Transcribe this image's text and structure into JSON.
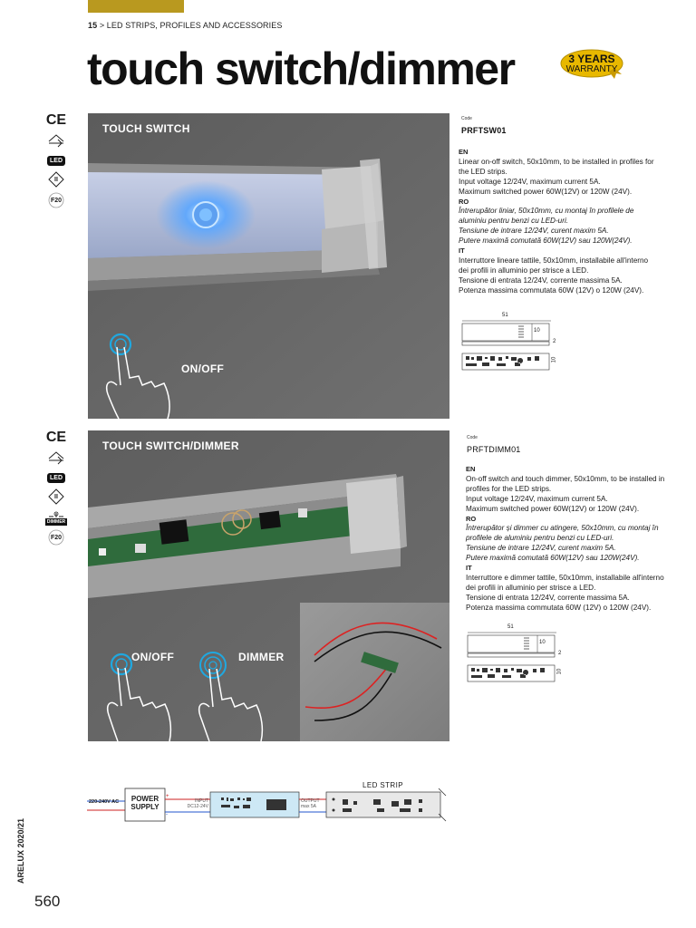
{
  "header": {
    "page_section_number": "15",
    "breadcrumb_sep": ">",
    "breadcrumb_text": "LED STRIPS, PROFILES AND ACCESSORIES",
    "title": "touch switch/dimmer",
    "warranty_line1": "3 YEARS",
    "warranty_line2": "WARRANTY"
  },
  "icons": {
    "ce": "CE",
    "led": "LED",
    "class": "II",
    "f20": "F20",
    "dimmer": "DIMMER"
  },
  "product1": {
    "panel_title": "TOUCH SWITCH",
    "onoff_label": "ON/OFF",
    "code_label": "Code",
    "code": "PRFTSW01",
    "en_tag": "EN",
    "en_lines": [
      "Linear on-off switch, 50x10mm, to be installed in profiles for the LED strips.",
      "Input voltage 12/24V, maximum current 5A.",
      "Maximum switched power 60W(12V) or 120W (24V)."
    ],
    "ro_tag": "RO",
    "ro_lines": [
      "Întrerupător liniar, 50x10mm, cu montaj în profilele de aluminiu pentru benzi cu LED-uri.",
      "Tensiune de intrare 12/24V, curent maxim 5A.",
      "Putere maximă comutată 60W(12V) sau 120W(24V)."
    ],
    "it_tag": "IT",
    "it_lines": [
      "Interruttore lineare tattile, 50x10mm, installabile all'interno dei profili in alluminio per strisce a LED.",
      "Tensione di entrata 12/24V, corrente massima 5A.",
      "Potenza massima commutata 60W (12V) o 120W (24V)."
    ],
    "dim_len": "51",
    "dim_h": "10",
    "dim_t": "2",
    "dim_side": "10"
  },
  "product2": {
    "panel_title": "TOUCH SWITCH/DIMMER",
    "onoff_label": "ON/OFF",
    "dimmer_label": "DIMMER",
    "code_label": "Code",
    "code": "PRFTDIMM01",
    "en_tag": "EN",
    "en_lines": [
      "On-off switch and touch dimmer, 50x10mm, to be installed in profiles for the LED strips.",
      "Input voltage 12/24V, maximum current 5A.",
      "Maximum switched power 60W(12V) or 120W (24V)."
    ],
    "ro_tag": "RO",
    "ro_lines": [
      "Întrerupător și dimmer cu atingere, 50x10mm, cu montaj în profilele de aluminiu pentru benzi cu LED-uri.",
      "Tensiune de intrare 12/24V, curent maxim 5A.",
      "Putere maximă comutată 60W(12V) sau 120W(24V)."
    ],
    "it_tag": "IT",
    "it_lines": [
      "Interruttore e dimmer tattile, 50x10mm, installabile all'interno dei profili in alluminio per strisce a LED.",
      "Tensione di entrata 12/24V, corrente massima 5A.",
      "Potenza massima commutata 60W (12V) o 120W (24V)."
    ],
    "dim_len": "51",
    "dim_h": "10",
    "dim_t": "2",
    "dim_side": "10"
  },
  "wiring": {
    "ac_label": "220-240V AC",
    "psu_line1": "POWER",
    "psu_line2": "SUPPLY",
    "input_line1": "INPUT",
    "input_line2": "DC12-24V",
    "output_line1": "OUTPUT",
    "output_line2": "max 5A",
    "strip_label": "LED STRIP",
    "plus": "+",
    "minus": "-"
  },
  "footer": {
    "vertical": "ARELUX 2020/21",
    "page_number": "560"
  },
  "colors": {
    "gold": "#b9991f",
    "panel_grey": "#676767",
    "touch_blue": "#1fa8e0",
    "pcb_green": "#2f6b3c"
  }
}
